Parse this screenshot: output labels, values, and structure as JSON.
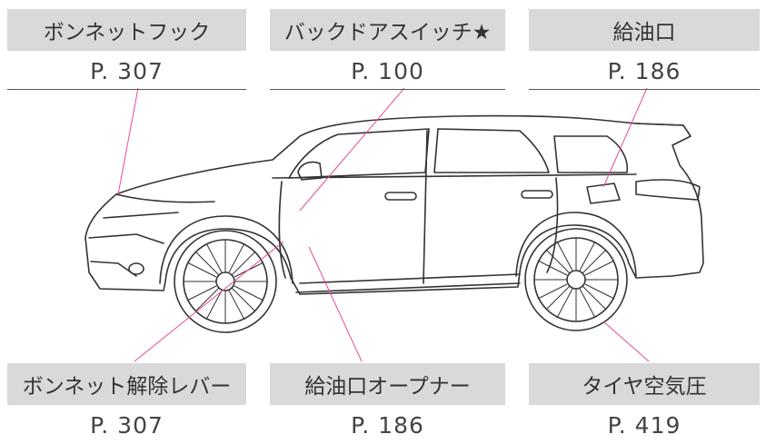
{
  "callouts": [
    {
      "id": "hood-hook",
      "label": "ボンネットフック",
      "page": "P. 307"
    },
    {
      "id": "back-door-switch",
      "label": "バックドアスイッチ★",
      "page": "P. 100"
    },
    {
      "id": "fuel-lid",
      "label": "給油口",
      "page": "P. 186"
    },
    {
      "id": "hood-release",
      "label": "ボンネット解除レバー",
      "page": "P. 307"
    },
    {
      "id": "fuel-lid-opener",
      "label": "給油口オープナー",
      "page": "P. 186"
    },
    {
      "id": "tire-pressure",
      "label": "タイヤ空気圧",
      "page": "P. 419"
    }
  ],
  "colors": {
    "leader": "#e64b9a",
    "box": "#d9d9d9",
    "line": "#333333"
  }
}
